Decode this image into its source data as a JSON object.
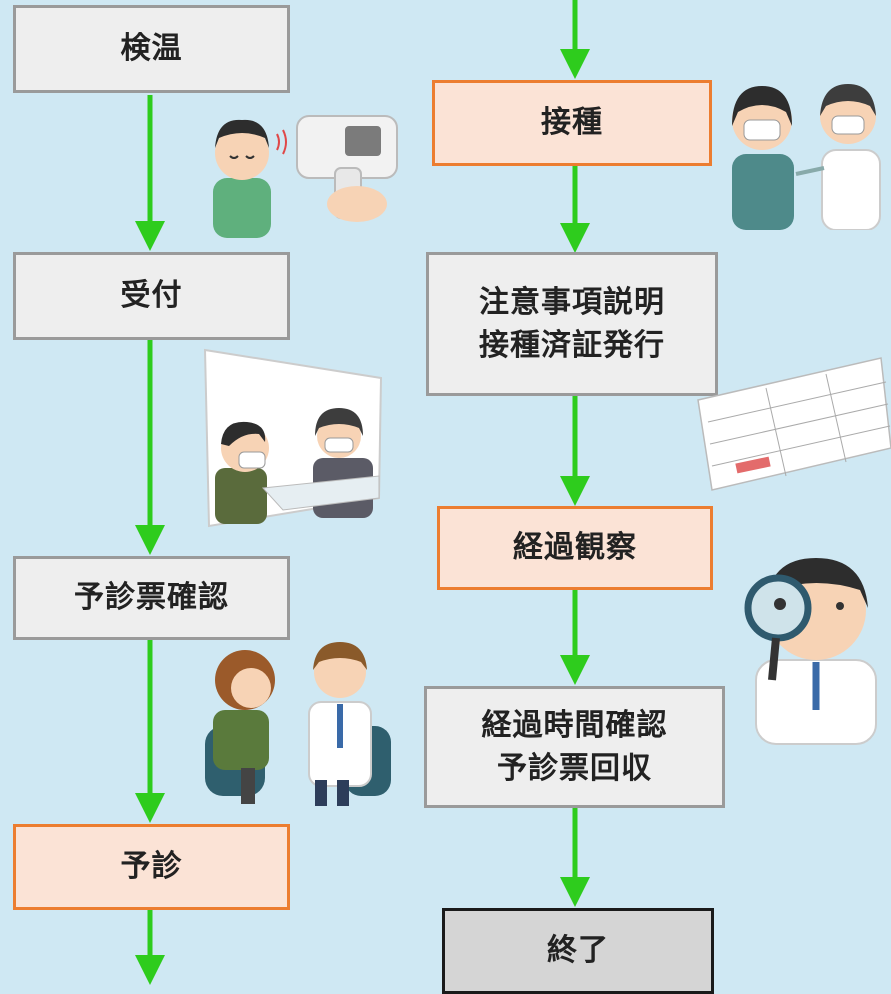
{
  "steps": {
    "kenon": "検温",
    "uketsuke": "受付",
    "yoshinhyo_kakunin": "予診票確認",
    "yoshin": "予診",
    "sesshu": "接種",
    "chuui_line1": "注意事項説明",
    "chuui_line2": "接種済証発行",
    "keika_kansatsu": "経過観察",
    "keika_line1": "経過時間確認",
    "keika_line2": "予診票回収",
    "shuuryou": "終了"
  },
  "colors": {
    "arrow": "#2ecc1d",
    "gray_box": "#eeeeee",
    "orange_border": "#ec7d30",
    "orange_fill": "#fbe3d6"
  }
}
